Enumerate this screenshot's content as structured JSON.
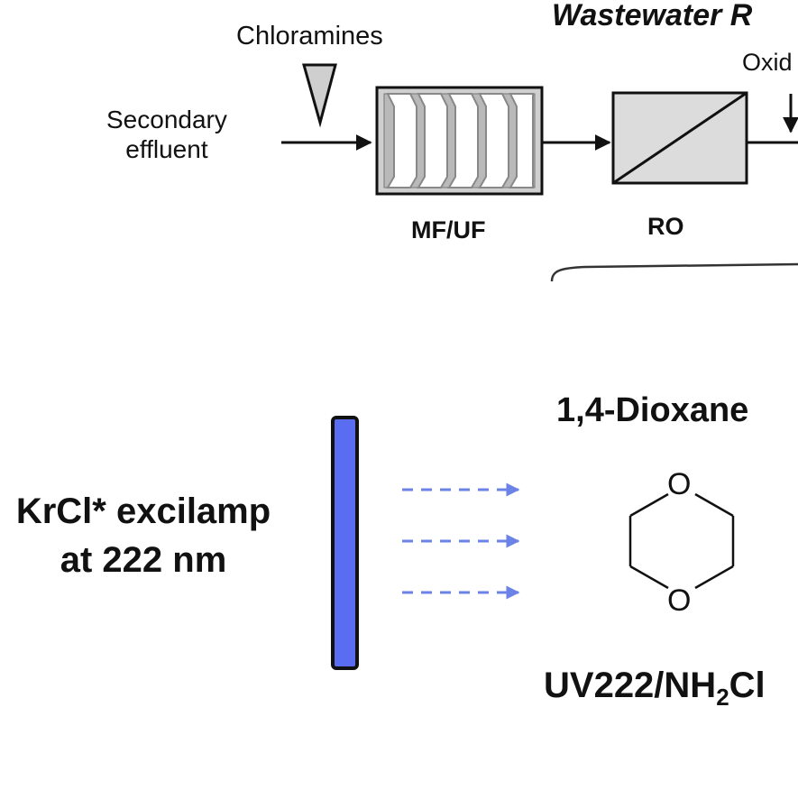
{
  "header": {
    "title": "Wastewater R",
    "oxidant_label": "Oxid"
  },
  "inputs": {
    "chloramines": "Chloramines",
    "secondary_line1": "Secondary",
    "secondary_line2": "effluent"
  },
  "units": {
    "mfuf": "MF/UF",
    "ro": "RO"
  },
  "lower": {
    "compound": "1,4-Dioxane",
    "lamp_line1": "KrCl* excilamp",
    "lamp_line2": "at 222 nm",
    "atom_top": "O",
    "atom_bottom": "O",
    "process_main": "UV222/NH",
    "process_sub": "2",
    "process_end": "Cl"
  },
  "colors": {
    "lamp_fill": "#5a6cf0",
    "uv_arrow": "#6b83e6",
    "unit_fill": "#d4d4d4",
    "stroke": "#111111"
  },
  "icons": [
    "triangle-dosing-icon",
    "membrane-module-icon",
    "ro-membrane-icon",
    "arrow-icon",
    "dioxane-structure-icon"
  ]
}
